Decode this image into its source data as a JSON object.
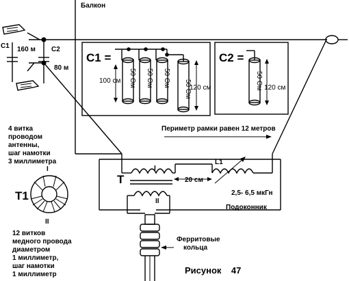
{
  "labels": {
    "balcony": "Балкон",
    "c1_side": "С1",
    "c2_side": "С2",
    "c1_length": "160 м",
    "c2_length": "80 м",
    "c1_box": "С1 =",
    "c2_box": "С2 =",
    "ohm50": "50 Ом",
    "len_100": "100 см",
    "len_120": "120 см",
    "perimeter": "Периметр рамки равен 12 метров",
    "t_label": "Т",
    "winding_1": "I",
    "winding_2": "II",
    "l1": "L1",
    "gap_20": "20 см",
    "inductance": "2,5- 6,5 мкГн",
    "sill": "Подоконник",
    "t1": "Т1",
    "t1_top_1": "I",
    "t1_bottom_2": "II",
    "ferrite_1": "Ферритовые",
    "ferrite_2": "кольца",
    "caption": "Рисунок    47"
  },
  "antenna_note": [
    "4 витка",
    "проводом",
    "антенны,",
    "шаг намотки",
    "3 миллиметра"
  ],
  "copper_note": [
    "12 витков",
    "медного провода",
    "диаметром",
    "1 миллиметр,",
    "шаг намотки",
    "1 миллиметр"
  ],
  "colors": {
    "ink": "#000000",
    "paper": "#ffffff"
  }
}
